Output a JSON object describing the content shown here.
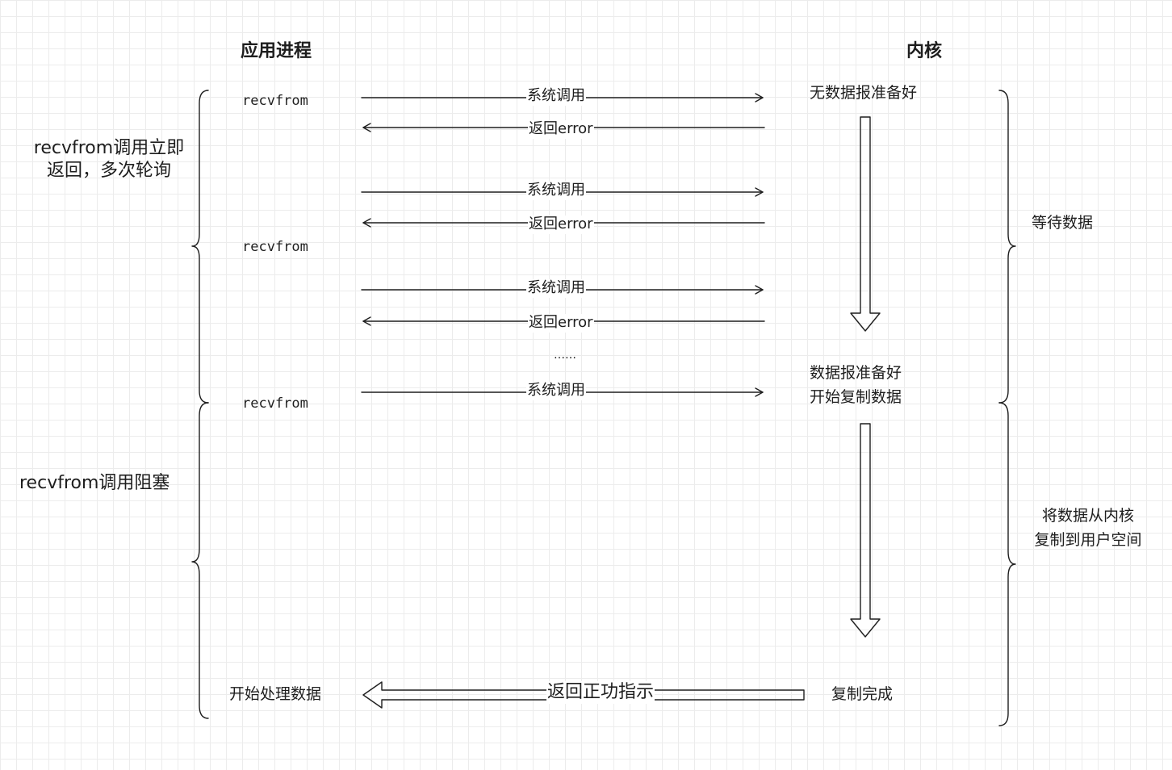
{
  "headers": {
    "app": "应用进程",
    "kernel": "内核"
  },
  "left_annotations": {
    "phase1_line1": "recvfrom调用立即",
    "phase1_line2": "返回，多次轮询",
    "phase2": "recvfrom调用阻塞"
  },
  "app_events": {
    "recvfrom_1": "recvfrom",
    "recvfrom_2": "recvfrom",
    "recvfrom_3": "recvfrom",
    "process": "开始处理数据"
  },
  "messages": {
    "call": "系统调用",
    "error": "返回error",
    "ellipsis": "……",
    "success": "返回正功指示"
  },
  "kernel_states": {
    "no_data": "无数据报准备好",
    "ready_line1": "数据报准备好",
    "ready_line2": "开始复制数据",
    "done": "复制完成"
  },
  "right_annotations": {
    "wait": "等待数据",
    "copy_line1": "将数据从内核",
    "copy_line2": "复制到用户空间"
  }
}
